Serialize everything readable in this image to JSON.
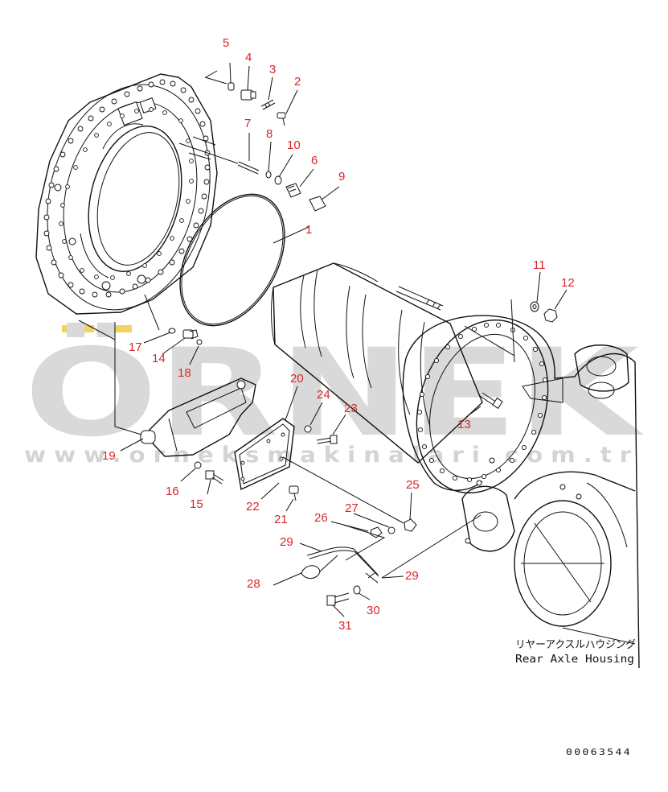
{
  "watermark": {
    "brand": "ÖRNEK",
    "url": "www.orneksmakinalari.com.tr"
  },
  "callouts": [
    {
      "id": "c1",
      "text": "1"
    },
    {
      "id": "c2",
      "text": "2"
    },
    {
      "id": "c3",
      "text": "3"
    },
    {
      "id": "c4",
      "text": "4"
    },
    {
      "id": "c5",
      "text": "5"
    },
    {
      "id": "c6",
      "text": "6"
    },
    {
      "id": "c7",
      "text": "7"
    },
    {
      "id": "c8",
      "text": "8"
    },
    {
      "id": "c9",
      "text": "9"
    },
    {
      "id": "c10",
      "text": "10"
    },
    {
      "id": "c11",
      "text": "11"
    },
    {
      "id": "c12",
      "text": "12"
    },
    {
      "id": "c13",
      "text": "13"
    },
    {
      "id": "c14",
      "text": "14"
    },
    {
      "id": "c15",
      "text": "15"
    },
    {
      "id": "c16",
      "text": "16"
    },
    {
      "id": "c17",
      "text": "17"
    },
    {
      "id": "c18",
      "text": "18"
    },
    {
      "id": "c19",
      "text": "19"
    },
    {
      "id": "c20",
      "text": "20"
    },
    {
      "id": "c21",
      "text": "21"
    },
    {
      "id": "c22",
      "text": "22"
    },
    {
      "id": "c23",
      "text": "23"
    },
    {
      "id": "c24",
      "text": "24"
    },
    {
      "id": "c25",
      "text": "25"
    },
    {
      "id": "c26",
      "text": "26"
    },
    {
      "id": "c27",
      "text": "27"
    },
    {
      "id": "c28",
      "text": "28"
    },
    {
      "id": "c29a",
      "text": "29"
    },
    {
      "id": "c29b",
      "text": "29"
    },
    {
      "id": "c30",
      "text": "30"
    },
    {
      "id": "c31",
      "text": "31"
    }
  ],
  "caption": {
    "japanese": "リヤーアクスルハウジング",
    "english": "Rear Axle Housing"
  },
  "document_id": "00063544",
  "colors": {
    "callout": "#d8262b",
    "watermark": "#d9d9d9",
    "watermark_accent": "#f2d35b",
    "line": "#111111"
  }
}
